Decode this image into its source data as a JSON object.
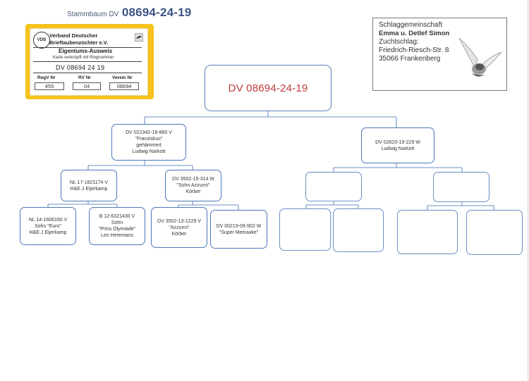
{
  "header": {
    "prefix": "Stammbaum DV",
    "number": "08694-24-19"
  },
  "card": {
    "assoc_line1": "Verband Deutscher",
    "assoc_line2": "Brieftaubenzüchter e.V.",
    "heading": "Eigentums-Ausweis",
    "subheading": "Karte verknüpft mit Ringnummer",
    "ring": "DV 08694 24 19",
    "labels": [
      "RegV Nr",
      "RV Nr",
      "Verein Nr"
    ],
    "values": [
      "455",
      "04",
      "08694"
    ],
    "accent": "#f6c21c"
  },
  "breeder": {
    "line1": "Schlaggemeinschaft",
    "line2": "Emma u. Detlef Simon",
    "line3": "Zuchtschlag:",
    "line4": "Friedrich-Riesch-Str. 8",
    "line5": "35066 Frankenberg"
  },
  "pedigree": {
    "root": "DV 08694-24-19",
    "sire": [
      "DV 022342-18-860 V",
      "\"Franziskus\"",
      "gehämmert",
      "Ludwig Narkott"
    ],
    "dam": [
      "DV 02620-19-229 W",
      "Ludwig Narkott"
    ],
    "sire_sire": [
      "NL 17-1821174 V",
      "H&E.J Eijerkamp"
    ],
    "sire_dam": [
      "DV 3502-15-314 W",
      "\"Sohn Azzurro\"",
      "Körber"
    ],
    "ss_sire": [
      "NL 14-1606160 V",
      "Sohn \"Euro\"",
      "H&E.J Eijerkamp"
    ],
    "ss_dam": [
      "B 12-6321430 V",
      "Sohn",
      "\"Prins Olymiade\"",
      "Leo Heremans"
    ],
    "sd_sire": [
      "DV 3502-13-1229 V",
      "\"Azzurro\"",
      "Körber"
    ],
    "sd_dam": [
      "DV 00219-09-502 W",
      "\"Super Meeuwke\""
    ]
  },
  "colors": {
    "box_border": "#4a78b8",
    "root_text": "#c03a3a",
    "title": "#3d5386"
  }
}
